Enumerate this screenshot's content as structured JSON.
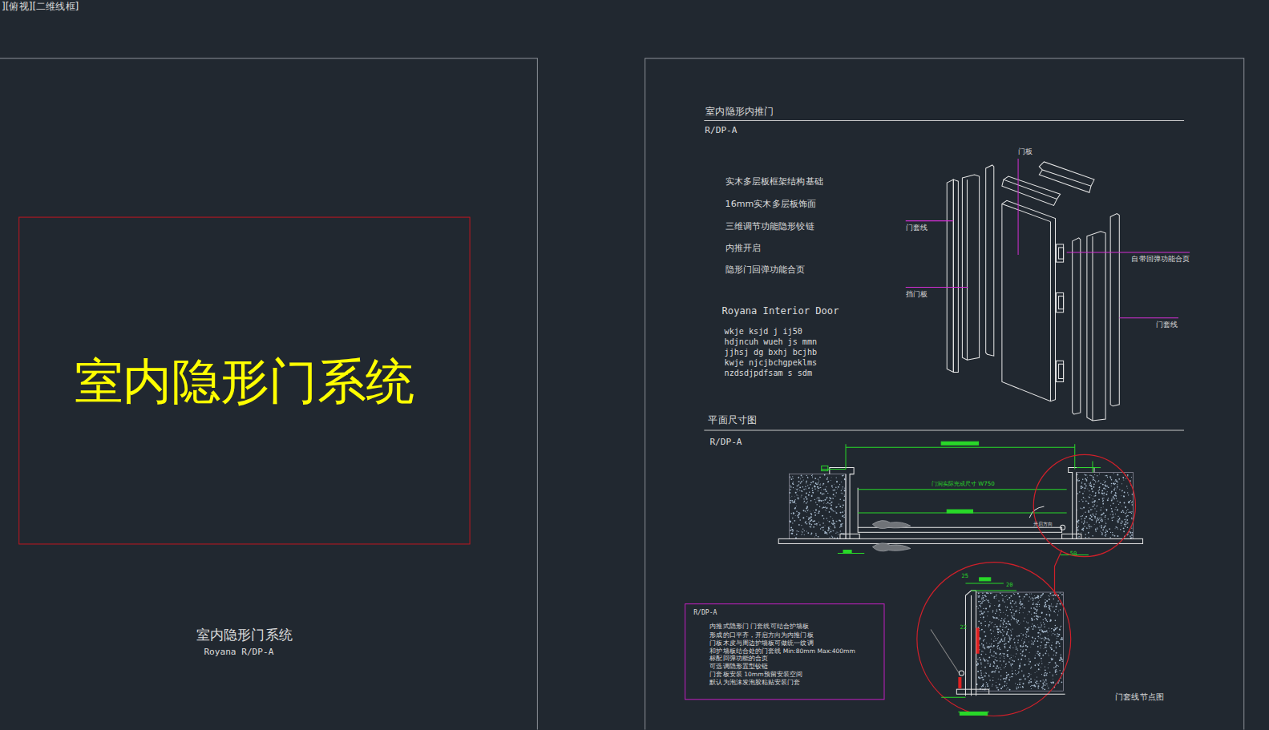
{
  "diagram": {
    "nodes": [
      {
        "text": [
          "室内隐形门系统"
        ]
      },
      {
        "text": [
          "R/DP-A",
          "内推式隐形门  门套线可结合护墙板",
          "形成的口平齐，开启方向为内推门板",
          "门板木皮与周边护墙板可做统一纹调",
          "和护墙板结合处的门套线 Min:80mm Max:400mm",
          "标配回弹功能的合页",
          "可选调隐形置型铰链",
          "门套板安装 10mm预留安装空间",
          "默认为泡沫发泡胶粘贴安装门套"
        ]
      }
    ],
    "labels": [
      "][俯视][二维线框]",
      "室内隐形门系统",
      "Royana R/DP-A",
      "室内隐形内推门",
      "R/DP-A",
      "实木多层板框架结构基础",
      "16mm实木多层板饰面",
      "三维调节功能隐形铰链",
      "内推开启",
      "隐形门回弹功能合页",
      "Royana Interior Door",
      "wkje ksjd j  ij50",
      "hdjncuh wueh js mmn",
      "jjhsj dg bxhj bcjhb",
      "kwje njcjbchgpeklms",
      "nzdsdjpdfsam s sdm",
      "门板",
      "门套线",
      "挡门板",
      "自带回弹功能合页",
      "门套线",
      "平面尺寸图",
      "R/DP-A",
      "门洞实际完成尺寸 W750",
      "开启方向",
      "50",
      "门套线节点图",
      "25",
      "20",
      "22"
    ]
  }
}
